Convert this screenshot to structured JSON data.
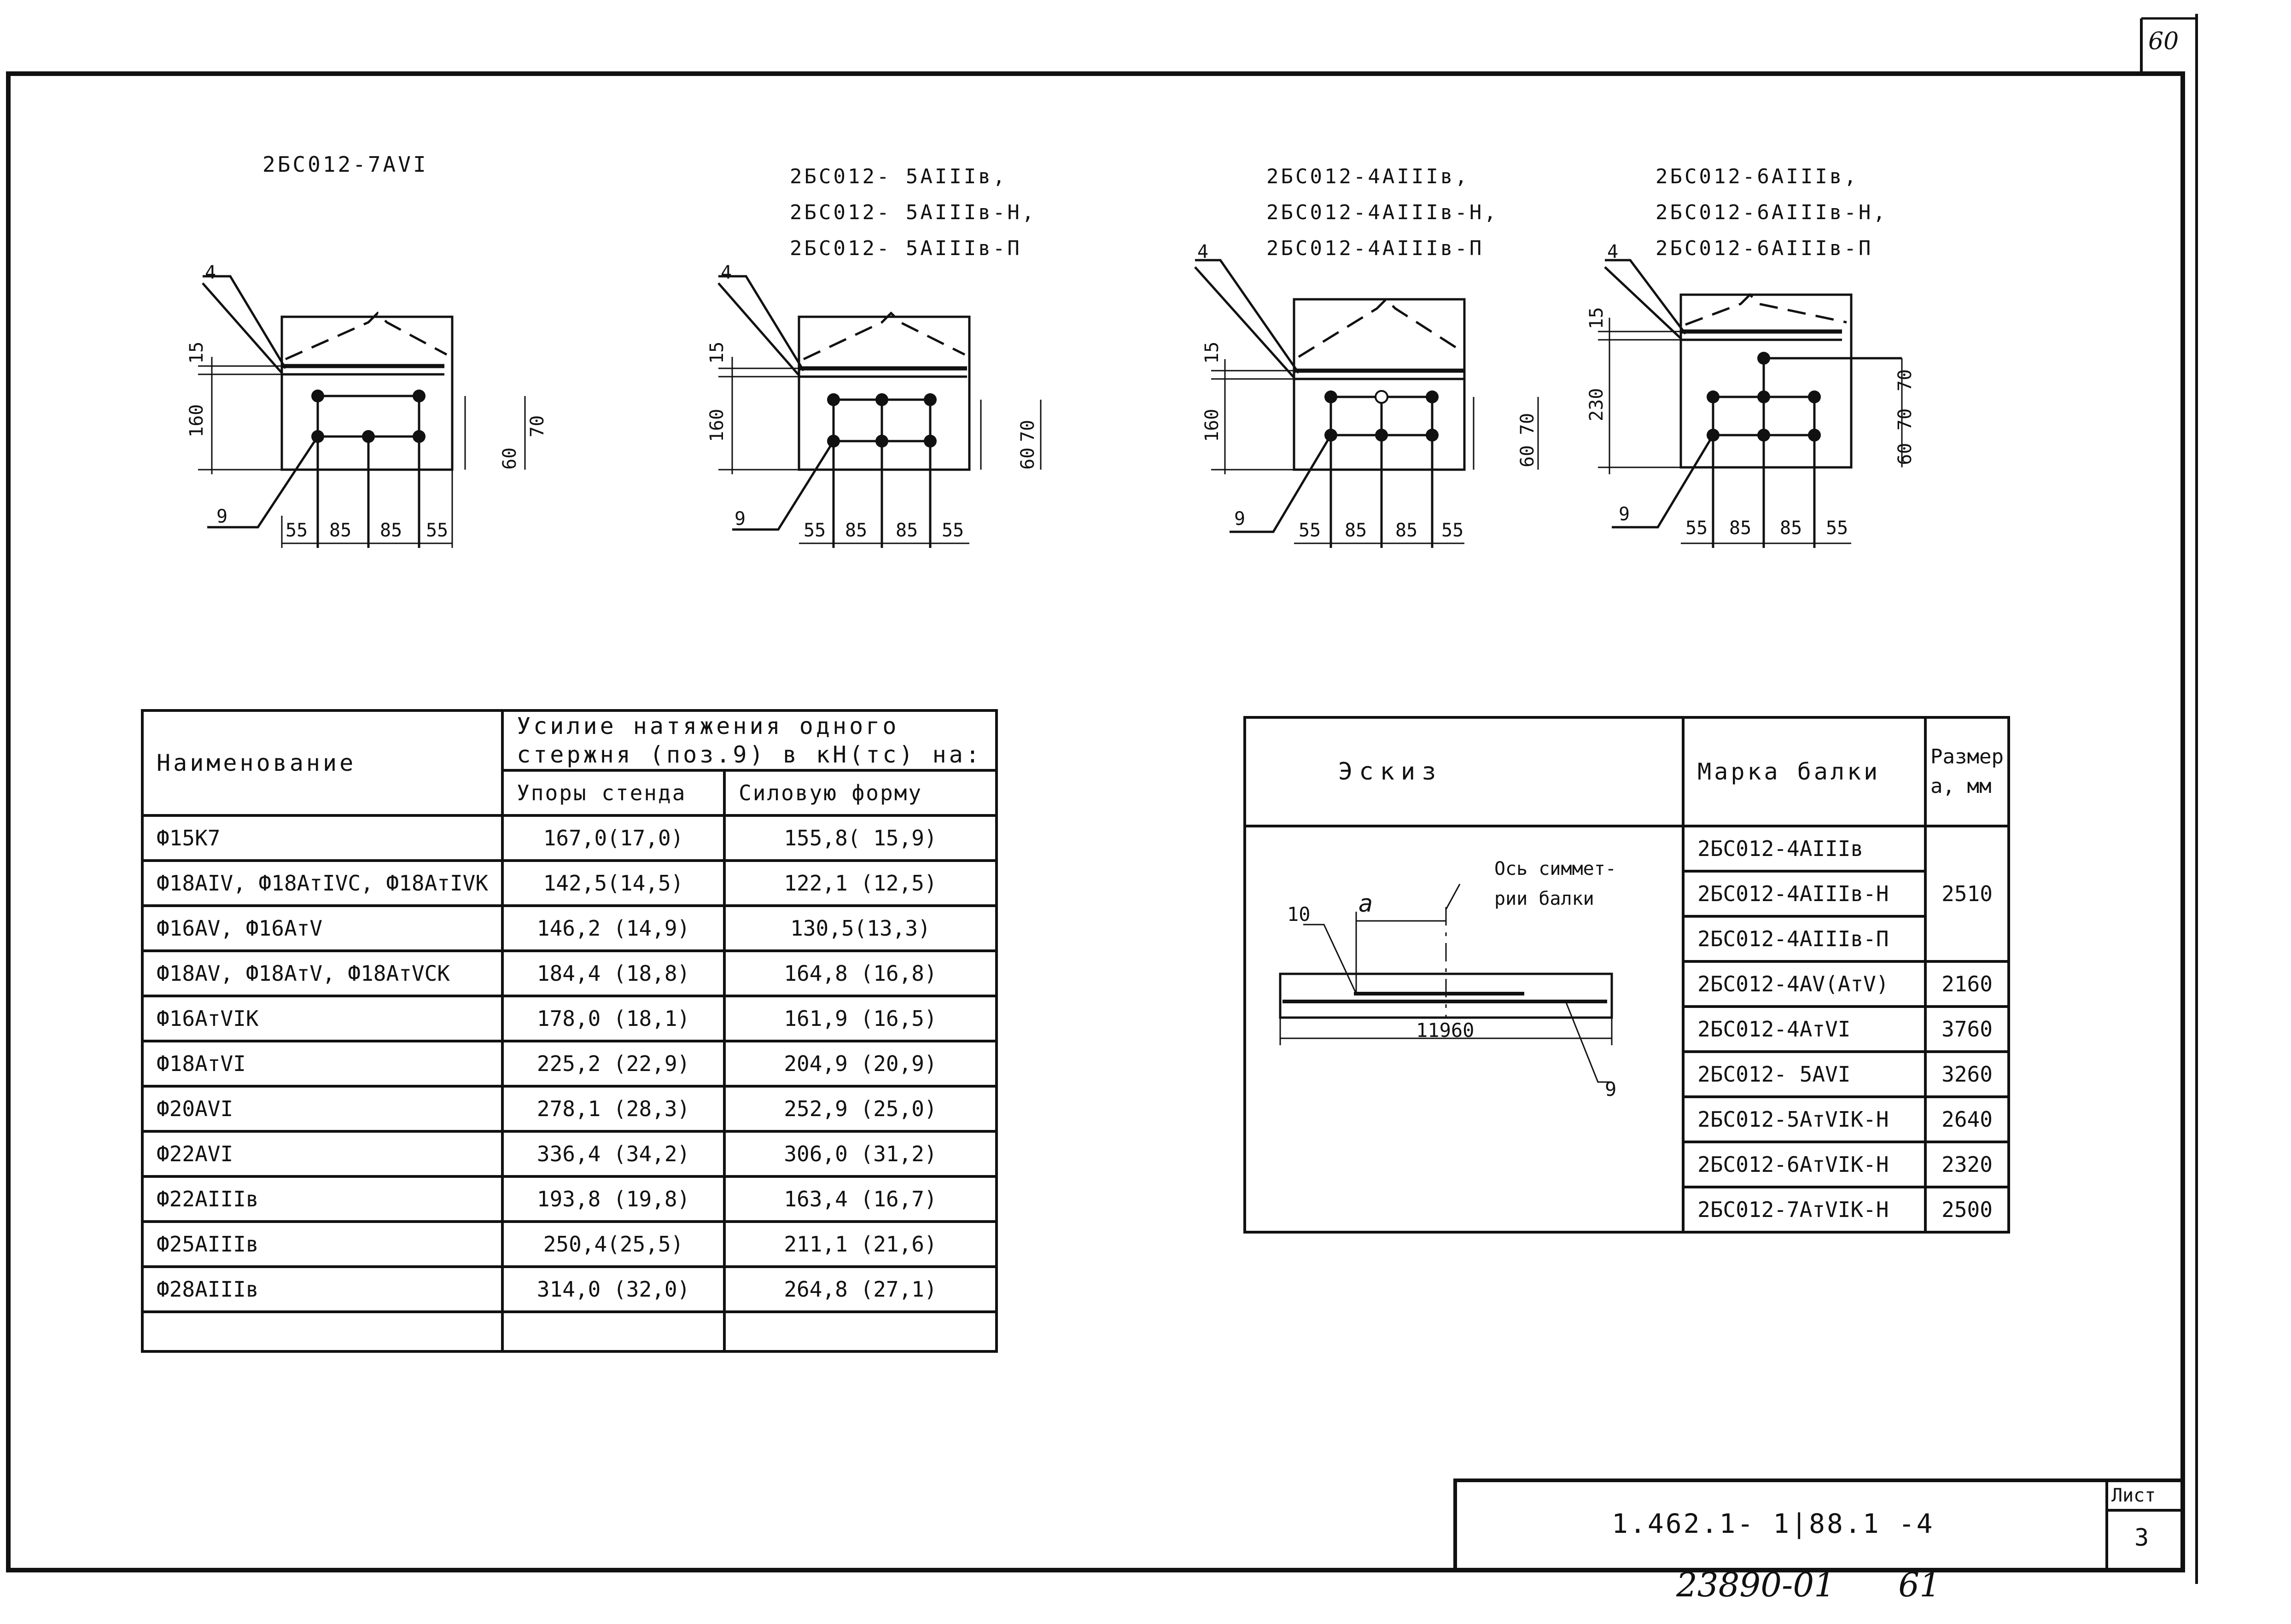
{
  "corner_sheet_number": "60",
  "sections": [
    {
      "labels": [
        "2БС012-7А",
        "VI",
        ""
      ],
      "label_lines": [
        "2БС012-7АVI"
      ],
      "dims": [
        "55",
        "85",
        "85",
        "55"
      ],
      "top": "15",
      "height": "160",
      "right": [
        "70",
        "60"
      ],
      "callout_top": "4",
      "callout_bottom": "9"
    },
    {
      "label_lines": [
        "2БС012- 5АIIIв,",
        "2БС012- 5АIIIв-Н,",
        "2БС012- 5АIIIв-П"
      ],
      "dims": [
        "55",
        "85",
        "85",
        "55"
      ],
      "top": "15",
      "height": "160",
      "right": [
        "70",
        "60"
      ],
      "callout_top": "4",
      "callout_bottom": "9"
    },
    {
      "label_lines": [
        "2БС012-4АIIIв,",
        "2БС012-4АIIIв-Н,",
        "2БС012-4АIIIв-П"
      ],
      "dims": [
        "55",
        "85",
        "85",
        "55"
      ],
      "top": "15",
      "height": "160",
      "right": [
        "70",
        "60"
      ],
      "callout_top": "4",
      "callout_bottom": "9"
    },
    {
      "label_lines": [
        "2БС012-6АIIIв,",
        "2БС012-6АIIIв-Н,",
        "2БС012-6АIIIв-П"
      ],
      "dims": [
        "55",
        "85",
        "85",
        "55"
      ],
      "top": "15",
      "height": "230",
      "right": [
        "70",
        "70",
        "60"
      ],
      "callout_top": "4",
      "callout_bottom": "9"
    }
  ],
  "table1": {
    "col1_header": "Наименование",
    "group_header_line1": "Усилие натяжения одного",
    "group_header_line2": "стержня (поз.9) в кН(тс) на:",
    "col2_header": "Упоры стенда",
    "col3_header": "Силовую форму",
    "rows": [
      {
        "name": "Ф15К7",
        "stand": "167,0(17,0)",
        "form": "155,8( 15,9)"
      },
      {
        "name": "Ф18АIV, Ф18АтIVС, Ф18АтIVК",
        "stand": "142,5(14,5)",
        "form": "122,1 (12,5)"
      },
      {
        "name": "Ф16АV, Ф16АтV",
        "stand": "146,2 (14,9)",
        "form": "130,5(13,3)"
      },
      {
        "name": "Ф18АV, Ф18АтV, Ф18АтVСК",
        "stand": "184,4 (18,8)",
        "form": "164,8 (16,8)"
      },
      {
        "name": "Ф16АтVIК",
        "stand": "178,0 (18,1)",
        "form": "161,9 (16,5)"
      },
      {
        "name": "Ф18АтVI",
        "stand": "225,2 (22,9)",
        "form": "204,9 (20,9)"
      },
      {
        "name": "Ф20АVI",
        "stand": "278,1 (28,3)",
        "form": "252,9 (25,0)"
      },
      {
        "name": "Ф22АVI",
        "stand": "336,4 (34,2)",
        "form": "306,0 (31,2)"
      },
      {
        "name": "Ф22АIIIв",
        "stand": "193,8 (19,8)",
        "form": "163,4 (16,7)"
      },
      {
        "name": "Ф25АIIIв",
        "stand": "250,4(25,5)",
        "form": "211,1 (21,6)"
      },
      {
        "name": "Ф28АIIIв",
        "stand": "314,0 (32,0)",
        "form": "264,8 (27,1)"
      },
      {
        "name": "",
        "stand": "",
        "form": ""
      }
    ]
  },
  "table2": {
    "col1_header": "Эскиз",
    "col2_header": "Марка балки",
    "col3_header_line1": "Размер",
    "col3_header_line2": "a, мм",
    "sketch": {
      "axis_label_line1": "Ось симмет-",
      "axis_label_line2": "рии балки",
      "a_label": "a",
      "length": "11960",
      "pos_top": "10",
      "pos_bottom": "9"
    },
    "rows": [
      {
        "mark": "2БС012-4АIIIв",
        "size": ""
      },
      {
        "mark": "2БС012-4АIIIв-Н",
        "size": "2510"
      },
      {
        "mark": "2БС012-4АIIIв-П",
        "size": ""
      },
      {
        "mark": "2БС012-4АV(АтV)",
        "size": "2160"
      },
      {
        "mark": "2БС012-4АтVI",
        "size": "3760"
      },
      {
        "mark": "2БС012- 5АVI",
        "size": "3260"
      },
      {
        "mark": "2БС012-5АтVIК-Н",
        "size": "2640"
      },
      {
        "mark": "2БС012-6АтVIК-Н",
        "size": "2320"
      },
      {
        "mark": "2БС012-7АтVIК-Н",
        "size": "2500"
      }
    ]
  },
  "stamp": {
    "code": "1.462.1- 1|88.1 -4",
    "sheet_label": "Лист",
    "sheet_number": "3"
  },
  "footer_number": "23890-01      61"
}
